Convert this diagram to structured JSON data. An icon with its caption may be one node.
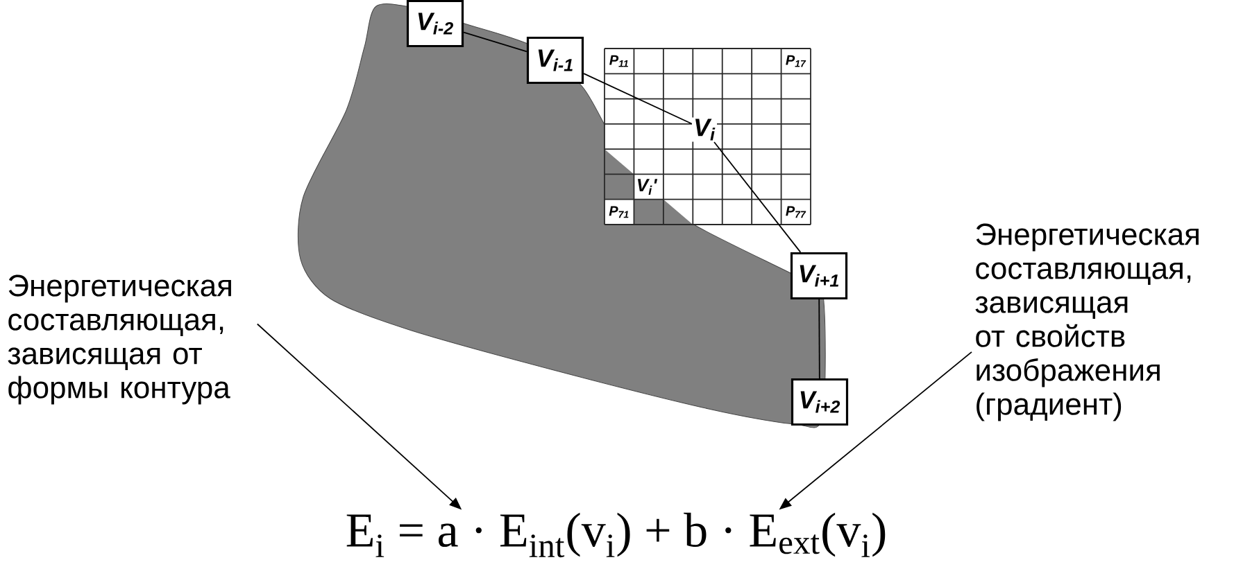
{
  "diagram": {
    "nodes": [
      {
        "text": [
          "V$_{i-2}$"
        ]
      },
      {
        "text": [
          "V$_{i-1}$"
        ]
      },
      {
        "text": [
          "P$_{11}$",
          "P$_{17}$",
          "V$_{i}$'",
          "P$_{71}$",
          "P$_{77}$"
        ]
      },
      {
        "text": [
          "V$_{i}$"
        ],
        "in": 2
      },
      {
        "text": [
          "V$_{i+1}$"
        ]
      },
      {
        "text": [
          "Энергетическая составляющая, зависящая от формы контура"
        ]
      },
      {
        "text": [
          "Энергетическая составляющая, зависящая от свойств изображения (градиент)"
        ]
      },
      {
        "text": [
          "V$_{i+2}$"
        ]
      },
      {
        "text": [
          "E$_{i}$ = a · E$_{int}$(v$_{i}$) + b · E$_{ext}$(v$_{i}$)"
        ]
      }
    ],
    "edges": [
      {
        "from": 0,
        "to": 1,
        "arrow": "none"
      },
      {
        "from": 1,
        "to": 3,
        "arrow": "none"
      },
      {
        "from": 3,
        "to": 4,
        "arrow": "none"
      },
      {
        "from": 4,
        "to": 7,
        "arrow": "none"
      },
      {
        "from": 5,
        "to": 8,
        "arrow": "to"
      },
      {
        "from": 6,
        "to": 8,
        "arrow": "to"
      }
    ]
  }
}
